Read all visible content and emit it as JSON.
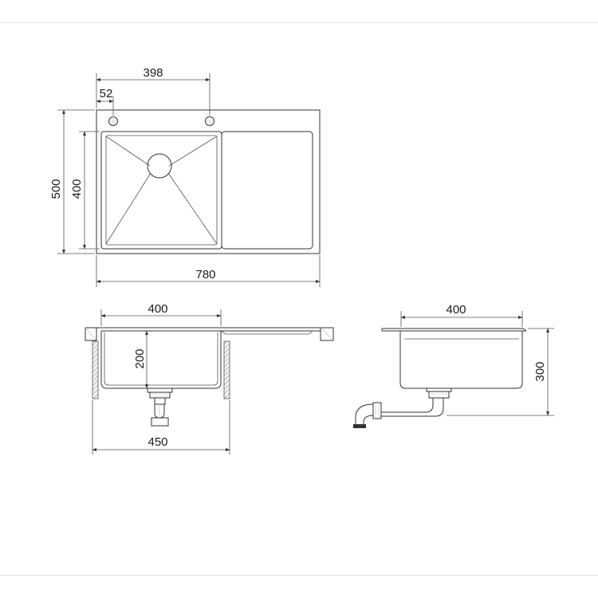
{
  "drawing": {
    "top_view": {
      "width": "780",
      "depth": "500",
      "bowl_depth": "400",
      "tap_spacing": "398",
      "tap_offset": "52"
    },
    "front_view": {
      "bowl_width": "400",
      "bowl_height": "200",
      "cabinet_width": "450"
    },
    "side_view": {
      "bowl_width": "400",
      "total_height": "300"
    }
  }
}
